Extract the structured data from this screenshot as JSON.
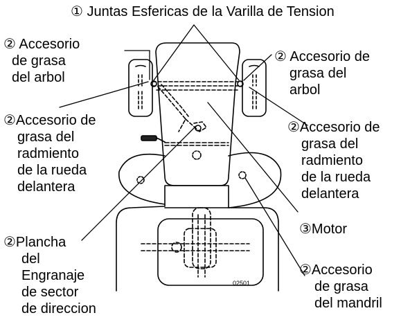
{
  "labels": {
    "tension_rod": "① Juntas Esfericas de la Varilla de Tension",
    "shaft_left": [
      "② Accesorio",
      "de grasa",
      "del arbol"
    ],
    "shaft_right": [
      "② Accesorio de",
      "grasa del",
      "arbol"
    ],
    "wheel_left": [
      "②Accesorio de",
      "grasa del",
      "radmiento",
      "de la rueda",
      "delantera"
    ],
    "wheel_right": [
      "②Accesorio de",
      "grasa del",
      "radmiento",
      "de la rueda",
      "delantera"
    ],
    "motor": "③Motor",
    "gear_plate": [
      "②Plancha",
      "del",
      "Engranaje",
      "de sector",
      "de direccion"
    ],
    "spindle": [
      "②Accesorio",
      "de grasa",
      "del mandril"
    ]
  },
  "figure_code": "02501"
}
